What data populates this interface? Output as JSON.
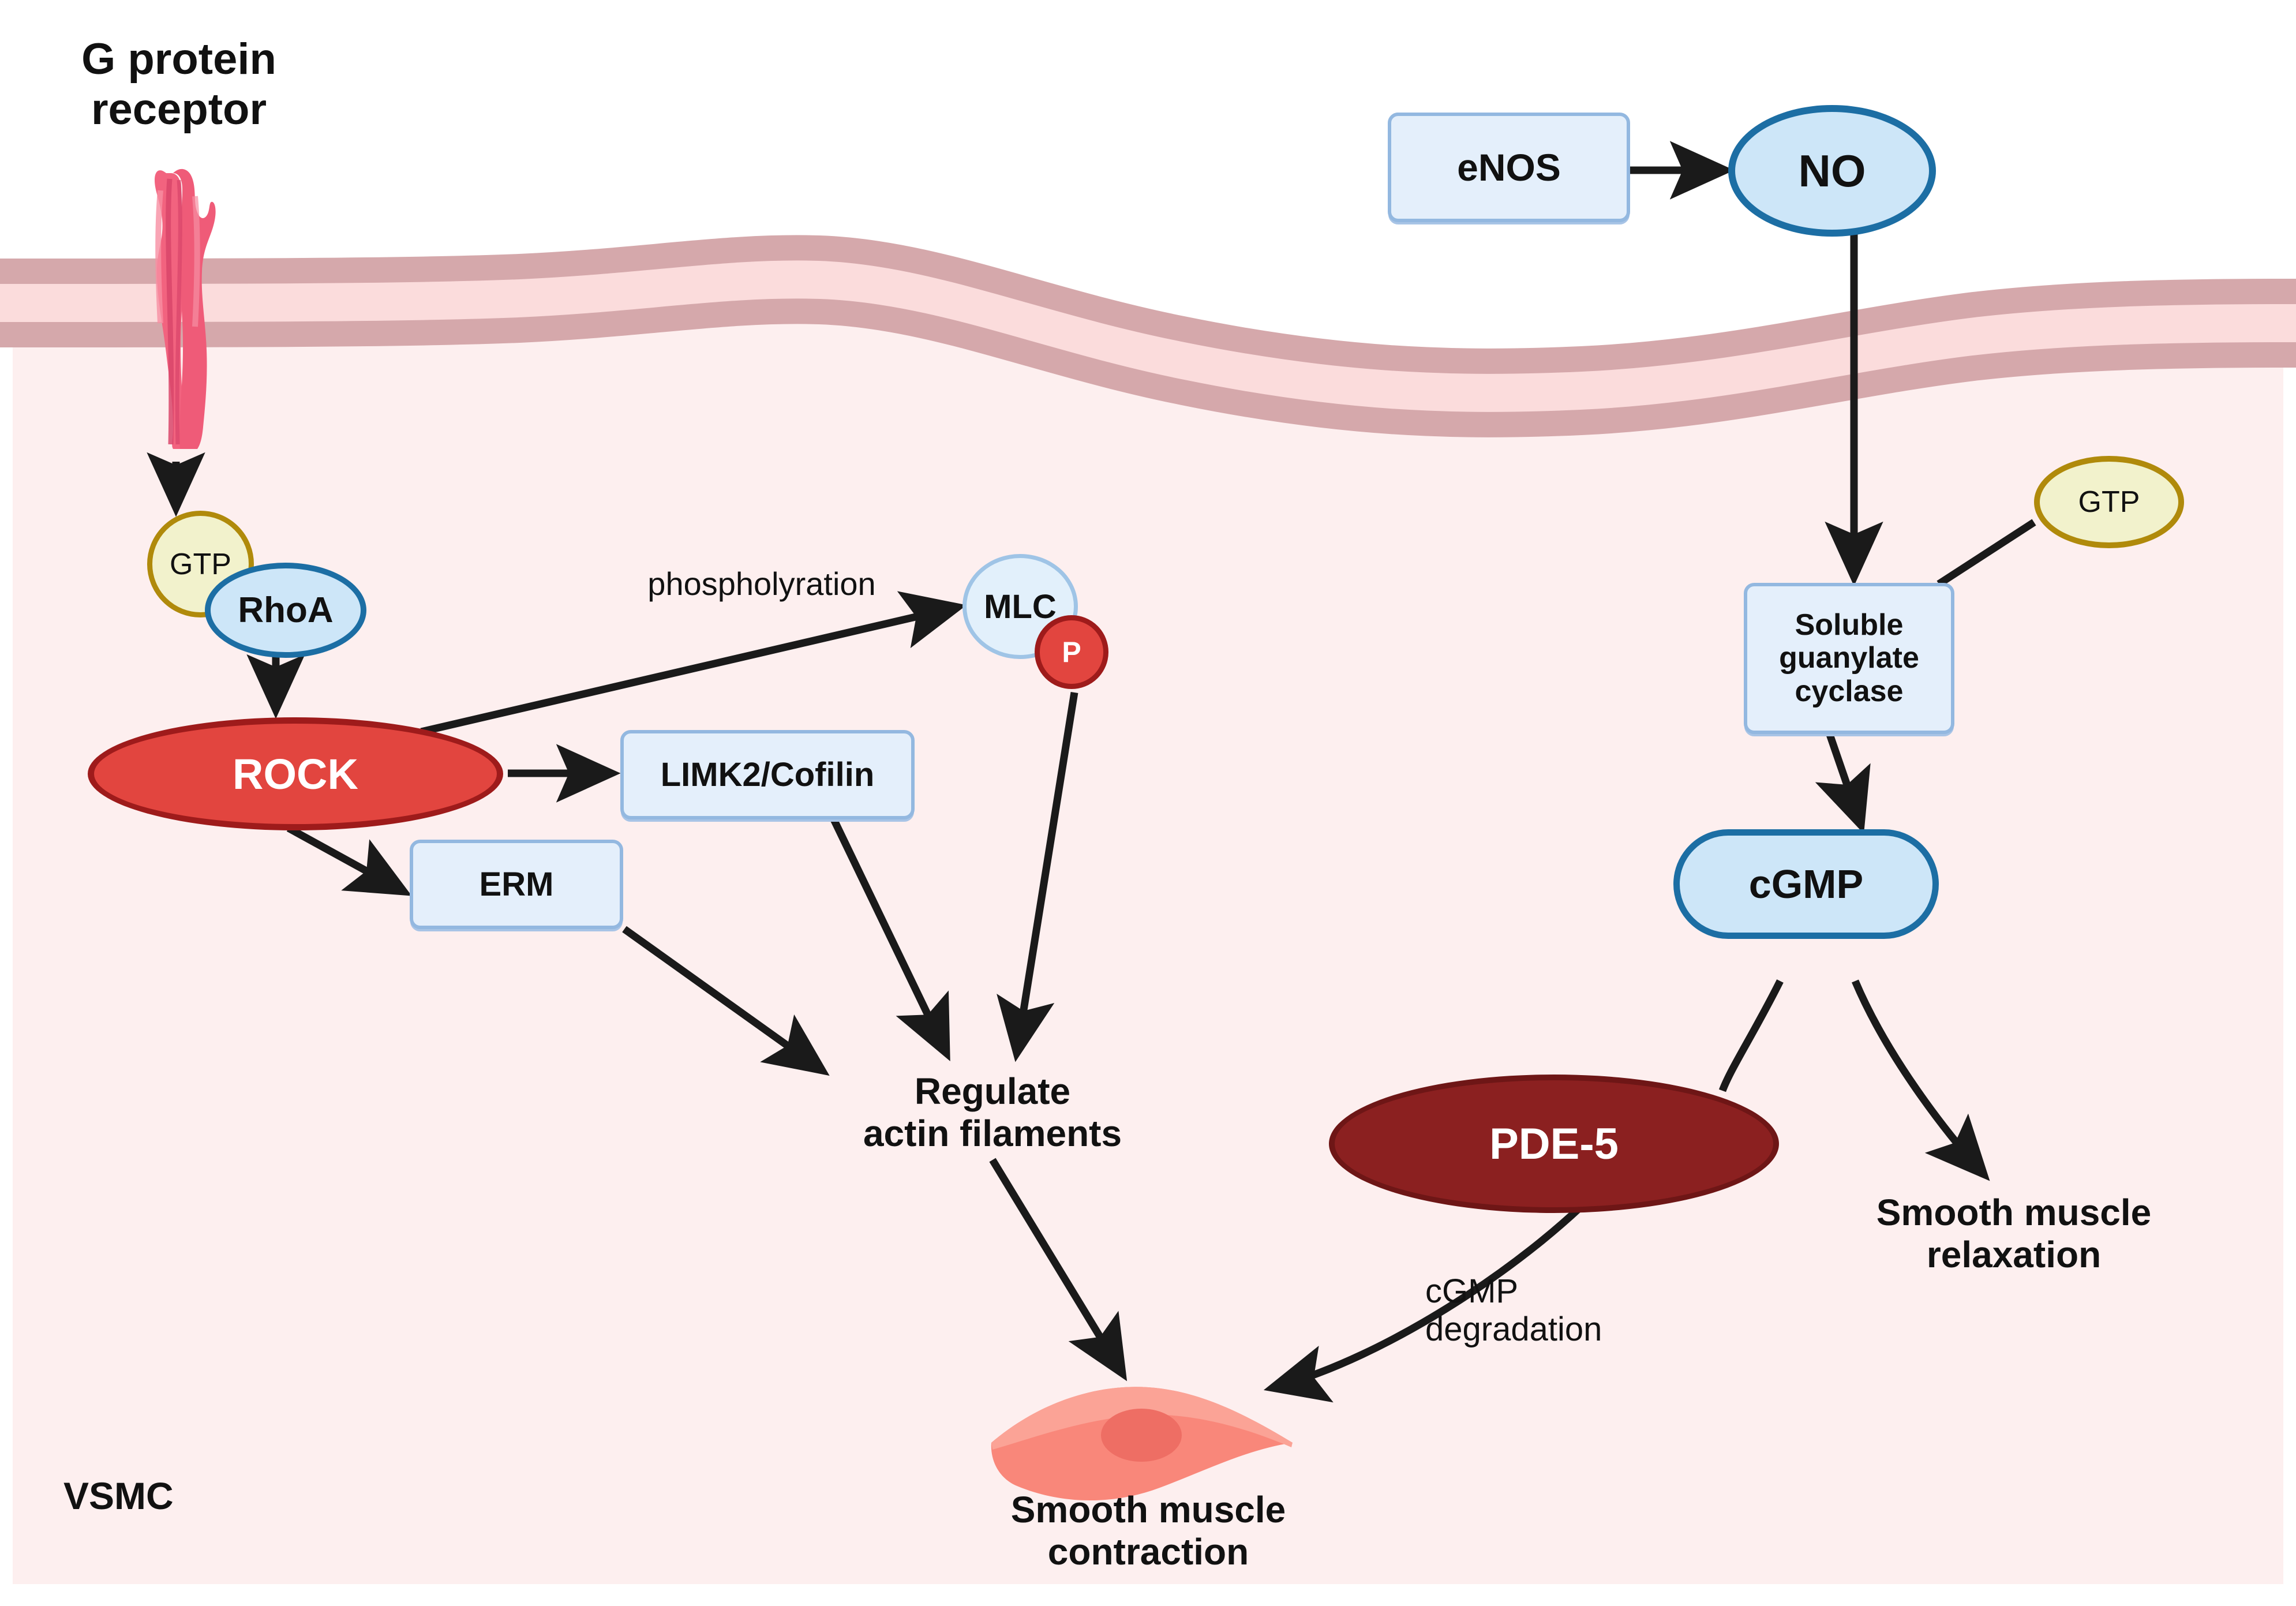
{
  "diagram": {
    "title_note": "VSMC RhoA/ROCK and NO/cGMP signaling pathway",
    "cell_label": "VSMC",
    "receptor_label": "G protein\nreceptor"
  },
  "nodes": {
    "g_protein_receptor": {
      "label": "G protein\nreceptor",
      "shape": "membrane-receptor",
      "color": "#F2637F"
    },
    "gtp_left": {
      "label": "GTP",
      "shape": "circle",
      "fill": "#F2F2CC",
      "stroke": "#B08A0B"
    },
    "rhoa": {
      "label": "RhoA",
      "shape": "ellipse",
      "fill": "#CDE6F8",
      "stroke": "#1C6EA4"
    },
    "rock": {
      "label": "ROCK",
      "shape": "ellipse",
      "fill": "#E2453F",
      "stroke": "#9E1B1B",
      "text_color": "#FFFFFF"
    },
    "limk2_cofilin": {
      "label": "LIMK2/Cofilin",
      "shape": "rounded-rect",
      "fill": "#E4EFFB",
      "stroke": "#93B8E0"
    },
    "erm": {
      "label": "ERM",
      "shape": "rounded-rect",
      "fill": "#E4EFFB",
      "stroke": "#93B8E0"
    },
    "mlc": {
      "label": "MLC",
      "shape": "circle",
      "fill": "#E2F0FB",
      "stroke": "#9FC4E6"
    },
    "phosphate": {
      "label": "P",
      "shape": "circle",
      "fill": "#E2453F",
      "stroke": "#9E1B1B",
      "text_color": "#FFFFFF"
    },
    "regulate_actin": {
      "label": "Regulate\nactin filaments",
      "shape": "text"
    },
    "smooth_muscle_contraction": {
      "label": "Smooth muscle\ncontraction",
      "shape": "text"
    },
    "smooth_muscle_cell_icon": {
      "label": "",
      "shape": "spindle-cell",
      "fill": "#F9877A",
      "nucleus": "#EE6E64"
    },
    "enos": {
      "label": "eNOS",
      "shape": "rounded-rect",
      "fill": "#E4EFFB",
      "stroke": "#93B8E0"
    },
    "no": {
      "label": "NO",
      "shape": "ellipse",
      "fill": "#CDE6F8",
      "stroke": "#1C6EA4"
    },
    "gtp_right": {
      "label": "GTP",
      "shape": "ellipse",
      "fill": "#F2F2CC",
      "stroke": "#B08A0B"
    },
    "soluble_guanylate_cyclase": {
      "label": "Soluble\nguanylate\ncyclase",
      "shape": "rounded-rect",
      "fill": "#E4EFFB",
      "stroke": "#93B8E0"
    },
    "cgmp": {
      "label": "cGMP",
      "shape": "pill",
      "fill": "#CDE6F8",
      "stroke": "#1C6EA4"
    },
    "pde5": {
      "label": "PDE-5",
      "shape": "ellipse",
      "fill": "#8B2020",
      "stroke": "#6E1616",
      "text_color": "#FFFFFF"
    },
    "smooth_muscle_relaxation": {
      "label": "Smooth muscle\nrelaxation",
      "shape": "text"
    }
  },
  "edge_labels": {
    "phosphorylation": "phospholyration",
    "cgmp_degradation": "cGMP\ndegradation"
  },
  "edges": [
    {
      "from": "g_protein_receptor",
      "to": "gtp_left",
      "arrow": true
    },
    {
      "from": "rhoa",
      "to": "rock",
      "arrow": true
    },
    {
      "from": "rock",
      "to": "mlc",
      "arrow": true,
      "label": "phospholyration"
    },
    {
      "from": "rock",
      "to": "limk2_cofilin",
      "arrow": true
    },
    {
      "from": "rock",
      "to": "erm",
      "arrow": true
    },
    {
      "from": "limk2_cofilin",
      "to": "regulate_actin",
      "arrow": true
    },
    {
      "from": "erm",
      "to": "regulate_actin",
      "arrow": true
    },
    {
      "from": "phosphate",
      "to": "regulate_actin",
      "arrow": true
    },
    {
      "from": "regulate_actin",
      "to": "smooth_muscle_contraction",
      "arrow": true
    },
    {
      "from": "enos",
      "to": "no",
      "arrow": true
    },
    {
      "from": "no",
      "to": "soluble_guanylate_cyclase",
      "arrow": true
    },
    {
      "from": "gtp_right",
      "to": "soluble_guanylate_cyclase",
      "arrow": false
    },
    {
      "from": "soluble_guanylate_cyclase",
      "to": "cgmp",
      "arrow": true
    },
    {
      "from": "cgmp",
      "to": "pde5",
      "arrow": false
    },
    {
      "from": "cgmp",
      "to": "smooth_muscle_relaxation",
      "arrow": true
    },
    {
      "from": "pde5",
      "to": "smooth_muscle_contraction",
      "arrow": true,
      "label": "cGMP\ndegradation"
    }
  ],
  "palette": {
    "background": "#FFFFFF",
    "cytoplasm": "#FDEFEF",
    "membrane_outer": "#D5A8AB",
    "membrane_inner": "#FBDCDC",
    "receptor": "#F2637F",
    "arrow": "#1A1A1A"
  }
}
